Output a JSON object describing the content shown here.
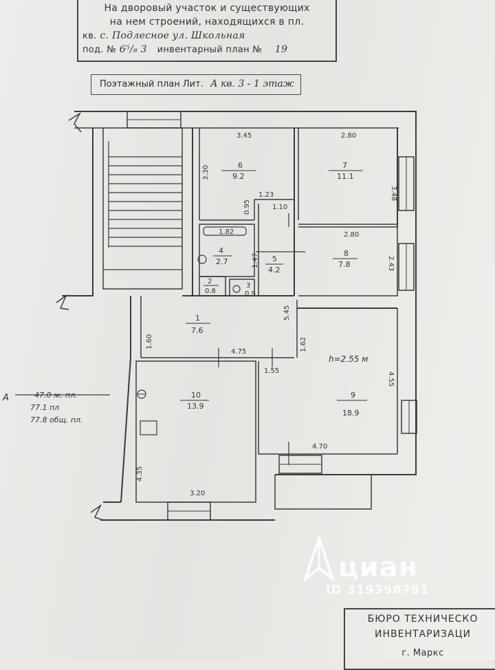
{
  "header": {
    "line1": "На дворовый участок и существующих",
    "line2": "на нем строений, находящихся в пл.",
    "address_prefix": "кв.",
    "address_handwritten": "с. Подлесное ул. Школьная",
    "house_prefix": "под. №",
    "house_number": "6⁵/₈ 3",
    "plan_label": "инвентарный план №",
    "plan_number": "19"
  },
  "floor_plan_caption": {
    "label": "Поэтажный план Лит.",
    "value": "А кв. 3 - 1 этаж"
  },
  "rooms": [
    {
      "num": "1",
      "area": "7.6"
    },
    {
      "num": "2",
      "area": "0.8"
    },
    {
      "num": "3",
      "area": "0.9"
    },
    {
      "num": "4",
      "area": "2.7"
    },
    {
      "num": "5",
      "area": "4.2"
    },
    {
      "num": "6",
      "area": "9.2"
    },
    {
      "num": "7",
      "area": "11.1"
    },
    {
      "num": "8",
      "area": "7.8"
    },
    {
      "num": "9",
      "area": "18.9"
    },
    {
      "num": "10",
      "area": "13.9"
    }
  ],
  "dimensions": {
    "d1": "3.45",
    "d2": "2.80",
    "d3": "3.30",
    "d4": "3.48",
    "d5": "1.23",
    "d6": "0.95",
    "d7": "1.10",
    "d8": "1.82",
    "d9": "2.80",
    "d10": "1.47",
    "d11": "2.43",
    "d12": "5.45",
    "d13": "1.60",
    "d14": "1.62",
    "d15": "4.75",
    "d16": "1.55",
    "d17": "4.55",
    "d18": "4.35",
    "d19": "3.20",
    "d20": "4.70"
  },
  "ceiling_height": "h=2.55 м",
  "areas_summary": {
    "letter": "А",
    "living": "47.0 ж. пл.",
    "usable": "77.1 пл",
    "total": "77.8 общ. пл."
  },
  "watermark": {
    "brand": "циан",
    "id": "ID 319398791"
  },
  "bureau": {
    "line1": "БЮРО ТЕХНИЧЕСКО",
    "line2": "ИНВЕНТАРИЗАЦИ",
    "line3": "г. Маркс"
  }
}
